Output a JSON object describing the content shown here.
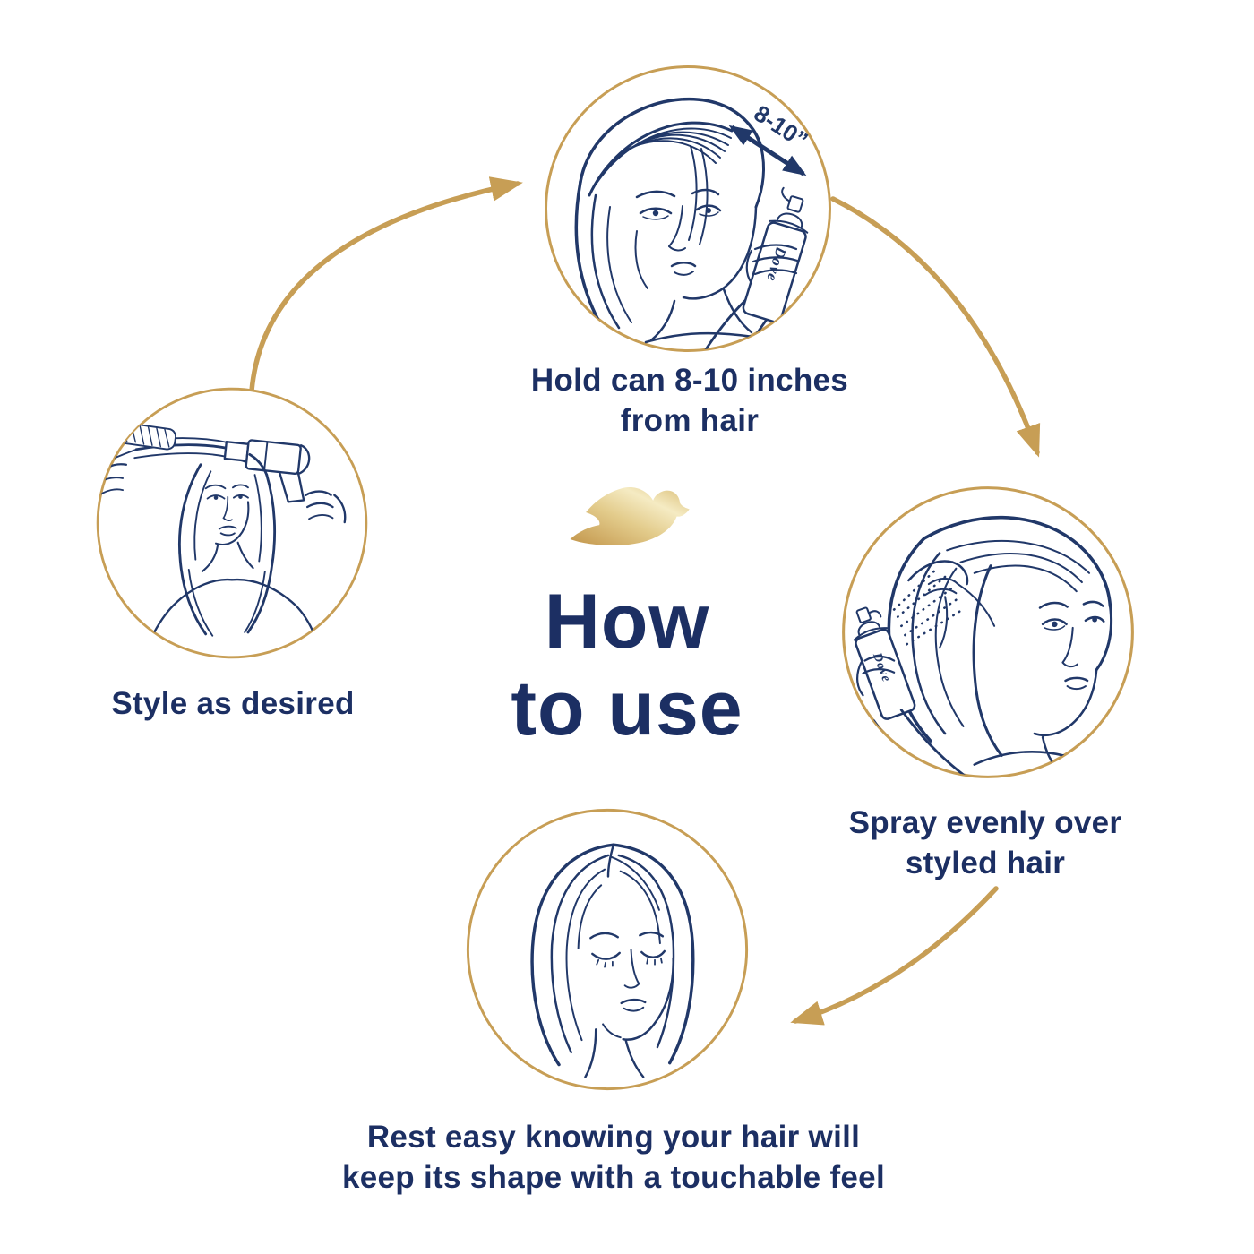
{
  "colors": {
    "navy": "#213869",
    "text_navy": "#1C2F63",
    "gold": "#C79E55",
    "gold_dark": "#C2954A",
    "gold_light": "#F5EBC3",
    "background": "#FFFFFF"
  },
  "center": {
    "logo": "dove-bird-logo",
    "title_line1": "How",
    "title_line2": "to use"
  },
  "steps": {
    "hold": {
      "caption_line1": "Hold can 8-10 inches",
      "caption_line2": "from hair",
      "distance_label": "8-10”"
    },
    "spray": {
      "caption_line1": "Spray evenly over",
      "caption_line2": "styled hair"
    },
    "rest": {
      "caption_line1": "Rest easy knowing your hair will",
      "caption_line2": "keep its shape with a touchable feel"
    },
    "style": {
      "caption": "Style as desired"
    }
  },
  "can_label": "Dove"
}
